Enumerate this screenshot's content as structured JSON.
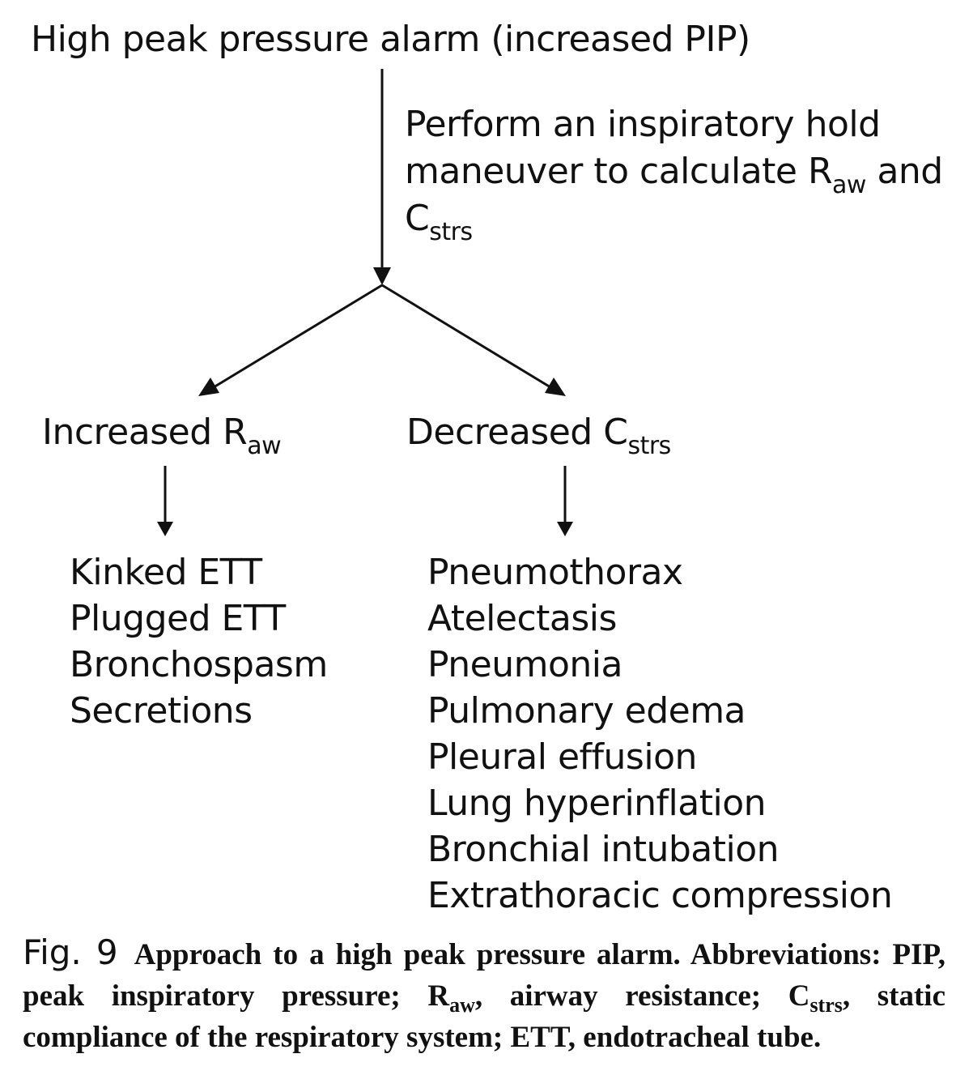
{
  "root": {
    "text": "High peak pressure alarm (increased PIP)"
  },
  "instruction": {
    "line1": "Perform an inspiratory hold",
    "line2_prefix": "maneuver to calculate R",
    "line2_sub": "aw",
    "line2_suffix": " and",
    "line3_main": "C",
    "line3_sub": "strs"
  },
  "branches": [
    {
      "label_main": "Increased R",
      "label_sub": "aw",
      "causes": [
        "Kinked ETT",
        "Plugged ETT",
        "Bronchospasm",
        "Secretions"
      ]
    },
    {
      "label_main": "Decreased C",
      "label_sub": "strs",
      "causes": [
        "Pneumothorax",
        "Atelectasis",
        "Pneumonia",
        "Pulmonary edema",
        "Pleural effusion",
        "Lung hyperinflation",
        "Bronchial intubation",
        "Extrathoracic compression"
      ]
    }
  ],
  "caption": {
    "fig_label": "Fig. 9",
    "part1": "Approach to a high peak pressure alarm. Abbreviations: PIP, peak inspiratory pressure; R",
    "sub1": "aw",
    "part2": ", airway resistance; C",
    "sub2": "strs",
    "part3": ", static compliance of the respiratory system; ETT, endotracheal tube."
  }
}
